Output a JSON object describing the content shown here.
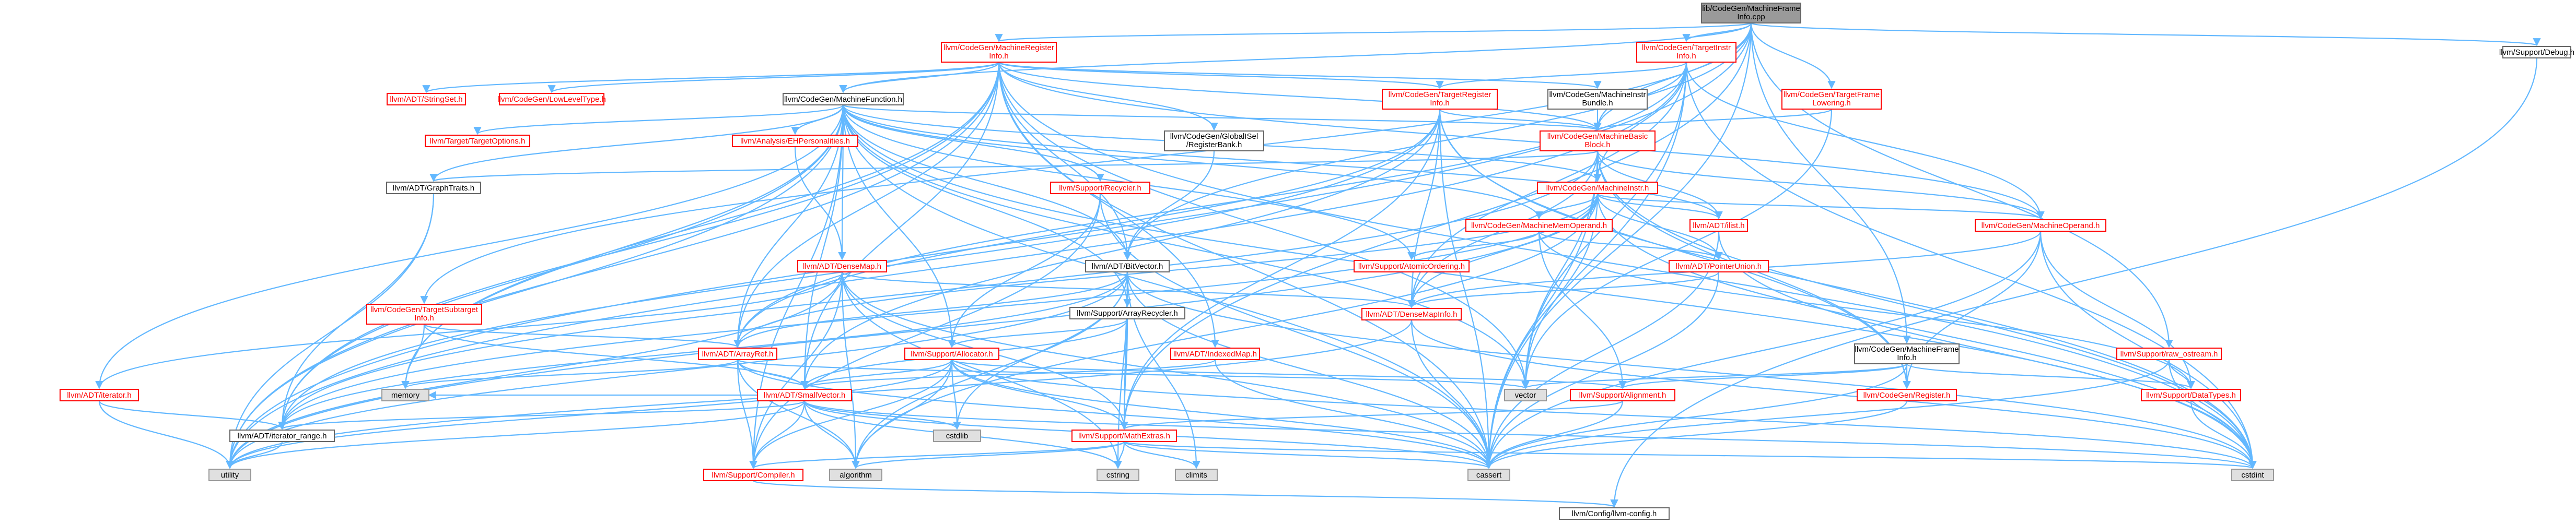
{
  "nodes": [
    {
      "id": "root",
      "lines": [
        "lib/CodeGen/MachineFrame",
        "Info.cpp"
      ],
      "style": "root"
    },
    {
      "id": "mreginfo",
      "lines": [
        "llvm/CodeGen/MachineRegister",
        "Info.h"
      ],
      "style": "red"
    },
    {
      "id": "tinstrinfo",
      "lines": [
        "llvm/CodeGen/TargetInstr",
        "Info.h"
      ],
      "style": "red"
    },
    {
      "id": "tframelow",
      "lines": [
        "llvm/CodeGen/TargetFrame",
        "Lowering.h"
      ],
      "style": "red"
    },
    {
      "id": "debug",
      "lines": [
        "llvm/Support/Debug.h"
      ],
      "style": "black"
    },
    {
      "id": "stringset",
      "lines": [
        "llvm/ADT/StringSet.h"
      ],
      "style": "red"
    },
    {
      "id": "lowlevel",
      "lines": [
        "llvm/CodeGen/LowLevelType.h"
      ],
      "style": "red"
    },
    {
      "id": "mfunction",
      "lines": [
        "llvm/CodeGen/MachineFunction.h"
      ],
      "style": "black"
    },
    {
      "id": "treginfo",
      "lines": [
        "llvm/CodeGen/TargetRegister",
        "Info.h"
      ],
      "style": "red"
    },
    {
      "id": "minstrbundle",
      "lines": [
        "llvm/CodeGen/MachineInstr",
        "Bundle.h"
      ],
      "style": "black"
    },
    {
      "id": "targetoptions",
      "lines": [
        "llvm/Target/TargetOptions.h"
      ],
      "style": "red"
    },
    {
      "id": "ehpers",
      "lines": [
        "llvm/Analysis/EHPersonalities.h"
      ],
      "style": "red"
    },
    {
      "id": "regbank",
      "lines": [
        "llvm/CodeGen/GlobalISel",
        "/RegisterBank.h"
      ],
      "style": "black"
    },
    {
      "id": "mbb",
      "lines": [
        "llvm/CodeGen/MachineBasic",
        "Block.h"
      ],
      "style": "red"
    },
    {
      "id": "graphtraits",
      "lines": [
        "llvm/ADT/GraphTraits.h"
      ],
      "style": "black"
    },
    {
      "id": "recycler",
      "lines": [
        "llvm/Support/Recycler.h"
      ],
      "style": "red"
    },
    {
      "id": "minstr",
      "lines": [
        "llvm/CodeGen/MachineInstr.h"
      ],
      "style": "red"
    },
    {
      "id": "ilist",
      "lines": [
        "llvm/ADT/ilist.h"
      ],
      "style": "red"
    },
    {
      "id": "mmemop",
      "lines": [
        "llvm/CodeGen/MachineMemOperand.h"
      ],
      "style": "red"
    },
    {
      "id": "moperand",
      "lines": [
        "llvm/CodeGen/MachineOperand.h"
      ],
      "style": "red"
    },
    {
      "id": "atomicord",
      "lines": [
        "llvm/Support/AtomicOrdering.h"
      ],
      "style": "red"
    },
    {
      "id": "pointerunion",
      "lines": [
        "llvm/ADT/PointerUnion.h"
      ],
      "style": "red"
    },
    {
      "id": "densemap",
      "lines": [
        "llvm/ADT/DenseMap.h"
      ],
      "style": "red"
    },
    {
      "id": "bitvector",
      "lines": [
        "llvm/ADT/BitVector.h"
      ],
      "style": "black"
    },
    {
      "id": "tsubtarget",
      "lines": [
        "llvm/CodeGen/TargetSubtarget",
        "Info.h"
      ],
      "style": "red"
    },
    {
      "id": "arrayrecycler",
      "lines": [
        "llvm/Support/ArrayRecycler.h"
      ],
      "style": "black"
    },
    {
      "id": "densemapinfo",
      "lines": [
        "llvm/ADT/DenseMapInfo.h"
      ],
      "style": "red"
    },
    {
      "id": "indexedmap",
      "lines": [
        "llvm/ADT/IndexedMap.h"
      ],
      "style": "red"
    },
    {
      "id": "mframeinfo",
      "lines": [
        "llvm/CodeGen/MachineFrame",
        "Info.h"
      ],
      "style": "black"
    },
    {
      "id": "rawostream",
      "lines": [
        "llvm/Support/raw_ostream.h"
      ],
      "style": "red"
    },
    {
      "id": "arrayref",
      "lines": [
        "llvm/ADT/ArrayRef.h"
      ],
      "style": "red"
    },
    {
      "id": "allocator",
      "lines": [
        "llvm/Support/Allocator.h"
      ],
      "style": "red"
    },
    {
      "id": "iterator",
      "lines": [
        "llvm/ADT/iterator.h"
      ],
      "style": "red"
    },
    {
      "id": "smallvector",
      "lines": [
        "llvm/ADT/SmallVector.h"
      ],
      "style": "red"
    },
    {
      "id": "vector",
      "lines": [
        "vector"
      ],
      "style": "gray"
    },
    {
      "id": "alignment",
      "lines": [
        "llvm/Support/Alignment.h"
      ],
      "style": "red"
    },
    {
      "id": "register",
      "lines": [
        "llvm/CodeGen/Register.h"
      ],
      "style": "red"
    },
    {
      "id": "datatypes",
      "lines": [
        "llvm/Support/DataTypes.h"
      ],
      "style": "red"
    },
    {
      "id": "memory",
      "lines": [
        "memory"
      ],
      "style": "gray"
    },
    {
      "id": "iterrange",
      "lines": [
        "llvm/ADT/iterator_range.h"
      ],
      "style": "black"
    },
    {
      "id": "cstdlib",
      "lines": [
        "cstdlib"
      ],
      "style": "gray"
    },
    {
      "id": "mathextras",
      "lines": [
        "llvm/Support/MathExtras.h"
      ],
      "style": "red"
    },
    {
      "id": "utility",
      "lines": [
        "utility"
      ],
      "style": "gray"
    },
    {
      "id": "compiler",
      "lines": [
        "llvm/Support/Compiler.h"
      ],
      "style": "red"
    },
    {
      "id": "algorithm",
      "lines": [
        "algorithm"
      ],
      "style": "gray"
    },
    {
      "id": "cstring",
      "lines": [
        "cstring"
      ],
      "style": "gray"
    },
    {
      "id": "climits",
      "lines": [
        "climits"
      ],
      "style": "gray"
    },
    {
      "id": "cassert",
      "lines": [
        "cassert"
      ],
      "style": "gray"
    },
    {
      "id": "cstdint",
      "lines": [
        "cstdint"
      ],
      "style": "gray"
    },
    {
      "id": "llvmconfig",
      "lines": [
        "llvm/Config/llvm-config.h"
      ],
      "style": "black"
    }
  ],
  "edges": [
    [
      "root",
      "mreginfo"
    ],
    [
      "root",
      "tinstrinfo"
    ],
    [
      "root",
      "tframelow"
    ],
    [
      "root",
      "debug"
    ],
    [
      "root",
      "mfunction"
    ],
    [
      "root",
      "mbb"
    ],
    [
      "root",
      "bitvector"
    ],
    [
      "root",
      "tsubtarget"
    ],
    [
      "root",
      "mframeinfo"
    ],
    [
      "root",
      "rawostream"
    ],
    [
      "root",
      "mathextras"
    ],
    [
      "root",
      "cassert"
    ],
    [
      "root",
      "utility"
    ],
    [
      "mreginfo",
      "stringset"
    ],
    [
      "mreginfo",
      "lowlevel"
    ],
    [
      "mreginfo",
      "mfunction"
    ],
    [
      "mreginfo",
      "treginfo"
    ],
    [
      "mreginfo",
      "minstrbundle"
    ],
    [
      "mreginfo",
      "regbank"
    ],
    [
      "mreginfo",
      "mbb"
    ],
    [
      "mreginfo",
      "indexedmap"
    ],
    [
      "mreginfo",
      "bitvector"
    ],
    [
      "mreginfo",
      "arrayref"
    ],
    [
      "mreginfo",
      "smallvector"
    ],
    [
      "mreginfo",
      "iterrange"
    ],
    [
      "mreginfo",
      "memory"
    ],
    [
      "mreginfo",
      "vector"
    ],
    [
      "mreginfo",
      "cassert"
    ],
    [
      "mreginfo",
      "cstdint"
    ],
    [
      "mreginfo",
      "utility"
    ],
    [
      "mreginfo",
      "moperand"
    ],
    [
      "tinstrinfo",
      "treginfo"
    ],
    [
      "tinstrinfo",
      "mbb"
    ],
    [
      "tinstrinfo",
      "minstr"
    ],
    [
      "tinstrinfo",
      "densemapinfo"
    ],
    [
      "tinstrinfo",
      "arrayref"
    ],
    [
      "tinstrinfo",
      "cassert"
    ],
    [
      "tinstrinfo",
      "cstdint"
    ],
    [
      "tinstrinfo",
      "utility"
    ],
    [
      "tinstrinfo",
      "vector"
    ],
    [
      "tinstrinfo",
      "moperand"
    ],
    [
      "tframelow",
      "mbb"
    ],
    [
      "tframelow",
      "vector"
    ],
    [
      "mfunction",
      "targetoptions"
    ],
    [
      "mfunction",
      "ehpers"
    ],
    [
      "mfunction",
      "graphtraits"
    ],
    [
      "mfunction",
      "recycler"
    ],
    [
      "mfunction",
      "minstr"
    ],
    [
      "mfunction",
      "mbb"
    ],
    [
      "mfunction",
      "ilist"
    ],
    [
      "mfunction",
      "densemap"
    ],
    [
      "mfunction",
      "bitvector"
    ],
    [
      "mfunction",
      "arrayrecycler"
    ],
    [
      "mfunction",
      "allocator"
    ],
    [
      "mfunction",
      "arrayref"
    ],
    [
      "mfunction",
      "smallvector"
    ],
    [
      "mfunction",
      "iterator"
    ],
    [
      "mfunction",
      "iterrange"
    ],
    [
      "mfunction",
      "memory"
    ],
    [
      "mfunction",
      "vector"
    ],
    [
      "mfunction",
      "utility"
    ],
    [
      "mfunction",
      "cassert"
    ],
    [
      "mfunction",
      "cstdint"
    ],
    [
      "mfunction",
      "compiler"
    ],
    [
      "mfunction",
      "mmemop"
    ],
    [
      "mfunction",
      "atomicord"
    ],
    [
      "treginfo",
      "mbb"
    ],
    [
      "treginfo",
      "densemapinfo"
    ],
    [
      "treginfo",
      "arrayref"
    ],
    [
      "treginfo",
      "smallvector"
    ],
    [
      "treginfo",
      "iterrange"
    ],
    [
      "treginfo",
      "cassert"
    ],
    [
      "treginfo",
      "cstdint"
    ],
    [
      "treginfo",
      "mathextras"
    ],
    [
      "treginfo",
      "register"
    ],
    [
      "minstrbundle",
      "mbb"
    ],
    [
      "ehpers",
      "densemap"
    ],
    [
      "regbank",
      "bitvector"
    ],
    [
      "mbb",
      "graphtraits"
    ],
    [
      "mbb",
      "minstr"
    ],
    [
      "mbb",
      "ilist"
    ],
    [
      "mbb",
      "densemapinfo"
    ],
    [
      "mbb",
      "iterrange"
    ],
    [
      "mbb",
      "cassert"
    ],
    [
      "mbb",
      "cstdint"
    ],
    [
      "mbb",
      "moperand"
    ],
    [
      "mbb",
      "vector"
    ],
    [
      "mbb",
      "register"
    ],
    [
      "graphtraits",
      "iterrange"
    ],
    [
      "graphtraits",
      "utility"
    ],
    [
      "recycler",
      "allocator"
    ],
    [
      "recycler",
      "compiler"
    ],
    [
      "recycler",
      "cassert"
    ],
    [
      "minstr",
      "ilist"
    ],
    [
      "minstr",
      "mmemop"
    ],
    [
      "minstr",
      "moperand"
    ],
    [
      "minstr",
      "densemapinfo"
    ],
    [
      "minstr",
      "pointerunion"
    ],
    [
      "minstr",
      "arrayref"
    ],
    [
      "minstr",
      "iterrange"
    ],
    [
      "minstr",
      "utility"
    ],
    [
      "minstr",
      "cstdint"
    ],
    [
      "minstr",
      "vector"
    ],
    [
      "minstr",
      "algorithm"
    ],
    [
      "ilist",
      "cassert"
    ],
    [
      "ilist",
      "cstdint"
    ],
    [
      "mmemop",
      "atomicord"
    ],
    [
      "mmemop",
      "datatypes"
    ],
    [
      "mmemop",
      "alignment"
    ],
    [
      "mmemop",
      "pointerunion"
    ],
    [
      "moperand",
      "densemapinfo"
    ],
    [
      "moperand",
      "datatypes"
    ],
    [
      "moperand",
      "register"
    ],
    [
      "moperand",
      "cassert"
    ],
    [
      "moperand",
      "cstdint"
    ],
    [
      "atomicord",
      "cstddef_dummy"
    ],
    [
      "pointerunion",
      "densemapinfo"
    ],
    [
      "pointerunion",
      "cassert"
    ],
    [
      "densemap",
      "densemapinfo"
    ],
    [
      "densemap",
      "mathextras"
    ],
    [
      "densemap",
      "compiler"
    ],
    [
      "densemap",
      "algorithm"
    ],
    [
      "densemap",
      "cassert"
    ],
    [
      "densemap",
      "utility"
    ],
    [
      "densemap",
      "iterator"
    ],
    [
      "densemap",
      "cstring"
    ],
    [
      "bitvector",
      "arrayref"
    ],
    [
      "bitvector",
      "iterrange"
    ],
    [
      "bitvector",
      "mathextras"
    ],
    [
      "bitvector",
      "algorithm"
    ],
    [
      "bitvector",
      "cassert"
    ],
    [
      "bitvector",
      "climits"
    ],
    [
      "bitvector",
      "cstdint"
    ],
    [
      "bitvector",
      "cstdlib"
    ],
    [
      "bitvector",
      "cstring"
    ],
    [
      "bitvector",
      "utility"
    ],
    [
      "tsubtarget",
      "arrayref"
    ],
    [
      "tsubtarget",
      "smallvector"
    ],
    [
      "tsubtarget",
      "memory"
    ],
    [
      "arrayrecycler",
      "smallvector"
    ],
    [
      "arrayrecycler",
      "allocator"
    ],
    [
      "arrayrecycler",
      "mathextras"
    ],
    [
      "densemapinfo",
      "cassert"
    ],
    [
      "densemapinfo",
      "cstdint"
    ],
    [
      "densemapinfo",
      "utility"
    ],
    [
      "indexedmap",
      "smallvector"
    ],
    [
      "indexedmap",
      "cassert"
    ],
    [
      "mframeinfo",
      "register"
    ],
    [
      "mframeinfo",
      "datatypes"
    ],
    [
      "mframeinfo",
      "alignment"
    ],
    [
      "mframeinfo",
      "cassert"
    ],
    [
      "mframeinfo",
      "vector"
    ],
    [
      "rawostream",
      "datatypes"
    ],
    [
      "rawostream",
      "cassert"
    ],
    [
      "rawostream",
      "cstdint"
    ],
    [
      "arrayref",
      "smallvector"
    ],
    [
      "arrayref",
      "compiler"
    ],
    [
      "arrayref",
      "algorithm"
    ],
    [
      "arrayref",
      "cassert"
    ],
    [
      "arrayref",
      "memory"
    ],
    [
      "arrayref",
      "vector"
    ],
    [
      "allocator",
      "alignment"
    ],
    [
      "allocator",
      "mathextras"
    ],
    [
      "allocator",
      "compiler"
    ],
    [
      "allocator",
      "smallvector"
    ],
    [
      "allocator",
      "algorithm"
    ],
    [
      "allocator",
      "cassert"
    ],
    [
      "allocator",
      "cstdint"
    ],
    [
      "allocator",
      "cstdlib"
    ],
    [
      "allocator",
      "utility"
    ],
    [
      "iterator",
      "iterrange"
    ],
    [
      "iterator",
      "utility"
    ],
    [
      "smallvector",
      "compiler"
    ],
    [
      "smallvector",
      "algorithm"
    ],
    [
      "smallvector",
      "cassert"
    ],
    [
      "smallvector",
      "cstring"
    ],
    [
      "smallvector",
      "memory"
    ],
    [
      "smallvector",
      "utility"
    ],
    [
      "smallvector",
      "cstdlib"
    ],
    [
      "smallvector",
      "iterrange"
    ],
    [
      "smallvector",
      "cstdint"
    ],
    [
      "alignment",
      "mathextras"
    ],
    [
      "alignment",
      "cassert"
    ],
    [
      "register",
      "cassert"
    ],
    [
      "datatypes",
      "cstdint"
    ],
    [
      "iterrange",
      "utility"
    ],
    [
      "mathextras",
      "compiler"
    ],
    [
      "mathextras",
      "cassert"
    ],
    [
      "mathextras",
      "climits"
    ],
    [
      "mathextras",
      "cstring"
    ],
    [
      "mathextras",
      "algorithm"
    ],
    [
      "mathextras",
      "cstdint"
    ],
    [
      "compiler",
      "llvmconfig"
    ],
    [
      "debug",
      "llvmconfig"
    ]
  ]
}
